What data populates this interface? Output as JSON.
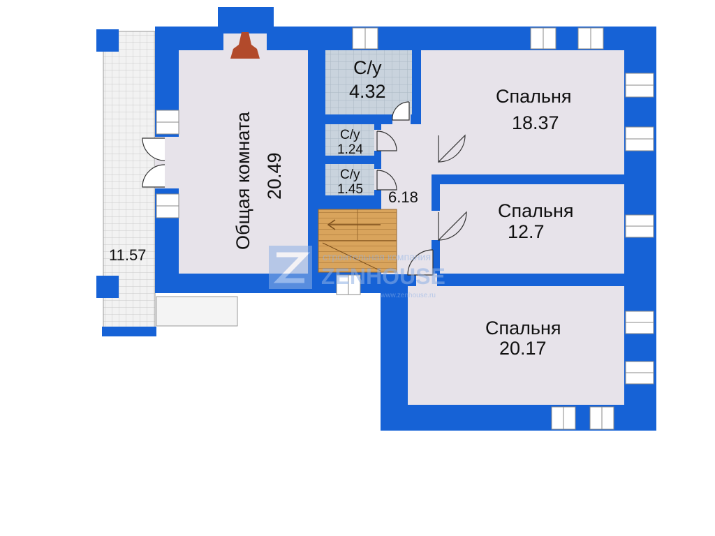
{
  "colors": {
    "wall": "#1662d6",
    "floor": "#e7e3ea",
    "bathroom_tile": "#c9d3dd",
    "terrace": "#f2f2f2",
    "stairs": "#d9a45c",
    "fireplace": "#b24a2b",
    "window": "#ffffff",
    "watermark": "#8fb1e6"
  },
  "rooms": {
    "common_room": {
      "name": "Общая комната",
      "area": "20.49"
    },
    "bathroom_large": {
      "name": "С/у",
      "area": "4.32"
    },
    "bathroom_small_1": {
      "name": "С/у",
      "area": "1.24"
    },
    "bathroom_small_2": {
      "name": "С/у",
      "area": "1.45"
    },
    "hall": {
      "area": "6.18"
    },
    "bedroom_1": {
      "name": "Спальня",
      "area": "18.37"
    },
    "bedroom_2": {
      "name": "Спальня",
      "area": "12.7"
    },
    "bedroom_3": {
      "name": "Спальня",
      "area": "20.17"
    },
    "terrace": {
      "area": "11.57"
    }
  },
  "watermark": {
    "tagline": "строительная компания",
    "brand": "ZENHOUSE",
    "url": "www.zenhouse.ru"
  }
}
